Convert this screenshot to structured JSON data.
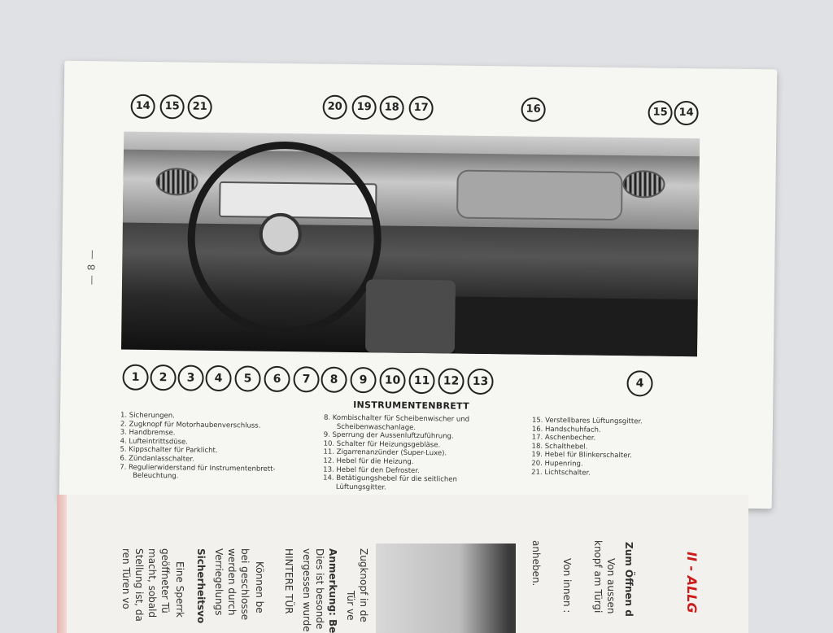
{
  "page_number": "— 8 —",
  "heading": "INSTRUMENTENBRETT",
  "callouts_top": [
    "14",
    "15",
    "21",
    "20",
    "19",
    "18",
    "17",
    "16",
    "15",
    "14"
  ],
  "callouts_bottom": [
    "1",
    "2",
    "3",
    "4",
    "5",
    "6",
    "7",
    "8",
    "9",
    "10",
    "11",
    "12",
    "13",
    "4"
  ],
  "legend_col1": [
    "1. Sicherungen.",
    "2. Zugknopf für Motorhaubenverschluss.",
    "3. Handbremse.",
    "4. Lufteintrittsdüse.",
    "5. Kippschalter für Parklicht.",
    "6. Zündanlasschalter.",
    "7. Regulierwiderstand für Instrumentenbrett-",
    "Beleuchtung."
  ],
  "legend_col2": [
    "8. Kombischalter für Scheibenwischer und",
    "Scheibenwaschanlage.",
    "9. Sperrung der Aussenluftzuführung.",
    "10. Schalter für Heizungsgebläse.",
    "11. Zigarrenanzünder (Super-Luxe).",
    "12. Hebel für die Heizung.",
    "13. Hebel für den Defroster.",
    "14. Betätigungshebel für die seitlichen",
    "Lüftungsgitter."
  ],
  "legend_col3": [
    "15. Verstellbares Lüftungsgitter.",
    "16. Handschuhfach.",
    "17. Aschenbecher.",
    "18. Schalthebel.",
    "19. Hebel für Blinkerschalter.",
    "20. Hupenring.",
    "21. Lichtschalter."
  ],
  "lower_page": {
    "red_heading": "II - ALLG",
    "col_a": "Zum Öffnen d",
    "col_b": "Von aussen",
    "col_c": "knopf am Türgi",
    "col_d": "Von innen :",
    "col_e": "anheben.",
    "col_f": "Zugknopf in de",
    "col_g": "Tür ve",
    "col_h": "Anmerkung: Be",
    "col_i": "Dies ist besonde",
    "col_j": "vergessen wurde",
    "col_k": "HINTERE TÜR",
    "col_l": "Können be",
    "col_m": "bei geschlosse",
    "col_n": "werden durch",
    "col_o": "Eine Sperrk",
    "col_p": "geöffneter Tü",
    "col_q": "macht, sobald",
    "col_r": "Stellung ist, da",
    "col_s": "ren Türen vo",
    "col_t": "Sicherheitsvo",
    "col_u": "Verriegelungs"
  }
}
